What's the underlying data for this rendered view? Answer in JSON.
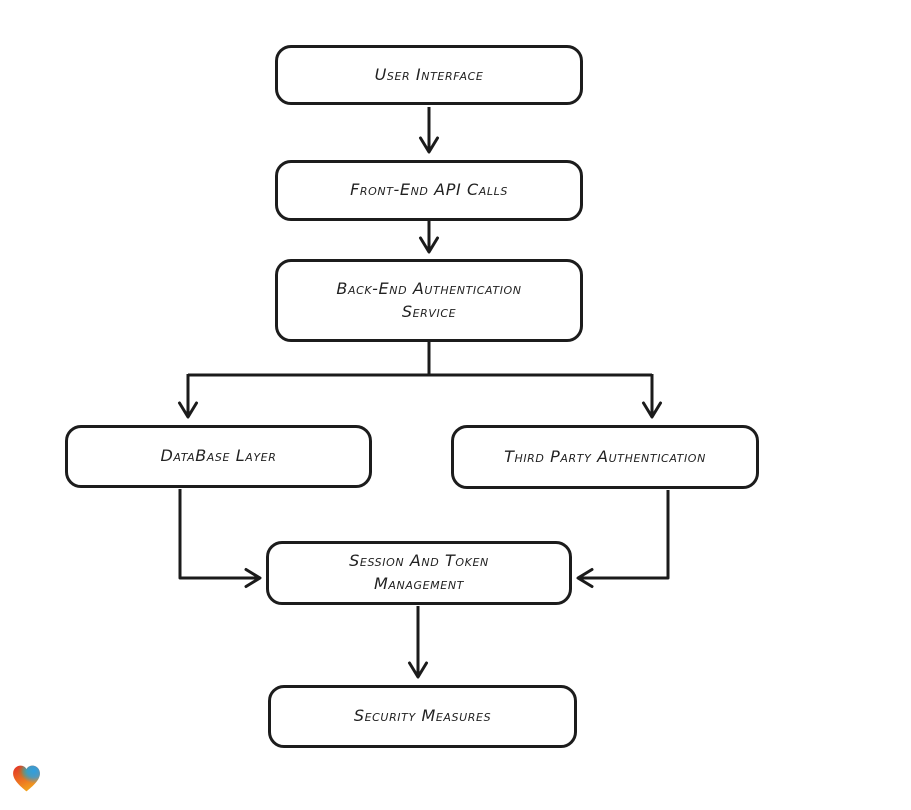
{
  "diagram": {
    "nodes": [
      {
        "id": "user-interface",
        "label": "User Interface"
      },
      {
        "id": "front-end-api-calls",
        "label": "Front-End API Calls"
      },
      {
        "id": "back-end-auth-service",
        "label": "Back-End Authentication Service"
      },
      {
        "id": "database-layer",
        "label": "DataBase Layer"
      },
      {
        "id": "third-party-auth",
        "label": "Third Party Authentication"
      },
      {
        "id": "session-token-mgmt",
        "label": "Session And Token Management"
      },
      {
        "id": "security-measures",
        "label": "Security Measures"
      }
    ],
    "edges": [
      {
        "from": "user-interface",
        "to": "front-end-api-calls"
      },
      {
        "from": "front-end-api-calls",
        "to": "back-end-auth-service"
      },
      {
        "from": "back-end-auth-service",
        "to": "database-layer"
      },
      {
        "from": "back-end-auth-service",
        "to": "third-party-auth"
      },
      {
        "from": "database-layer",
        "to": "session-token-mgmt"
      },
      {
        "from": "third-party-auth",
        "to": "session-token-mgmt"
      },
      {
        "from": "session-token-mgmt",
        "to": "security-measures"
      }
    ],
    "style": {
      "stroke_color": "#1b1b1b",
      "node_fill": "#ffffff",
      "background": "#ffffff"
    }
  },
  "branding": {
    "logo_icon": "gradient-heart-icon",
    "logo_colors": {
      "red": "#e23127",
      "blue": "#2f9fe0",
      "green": "#47b15e",
      "orange": "#f29b1d"
    }
  }
}
